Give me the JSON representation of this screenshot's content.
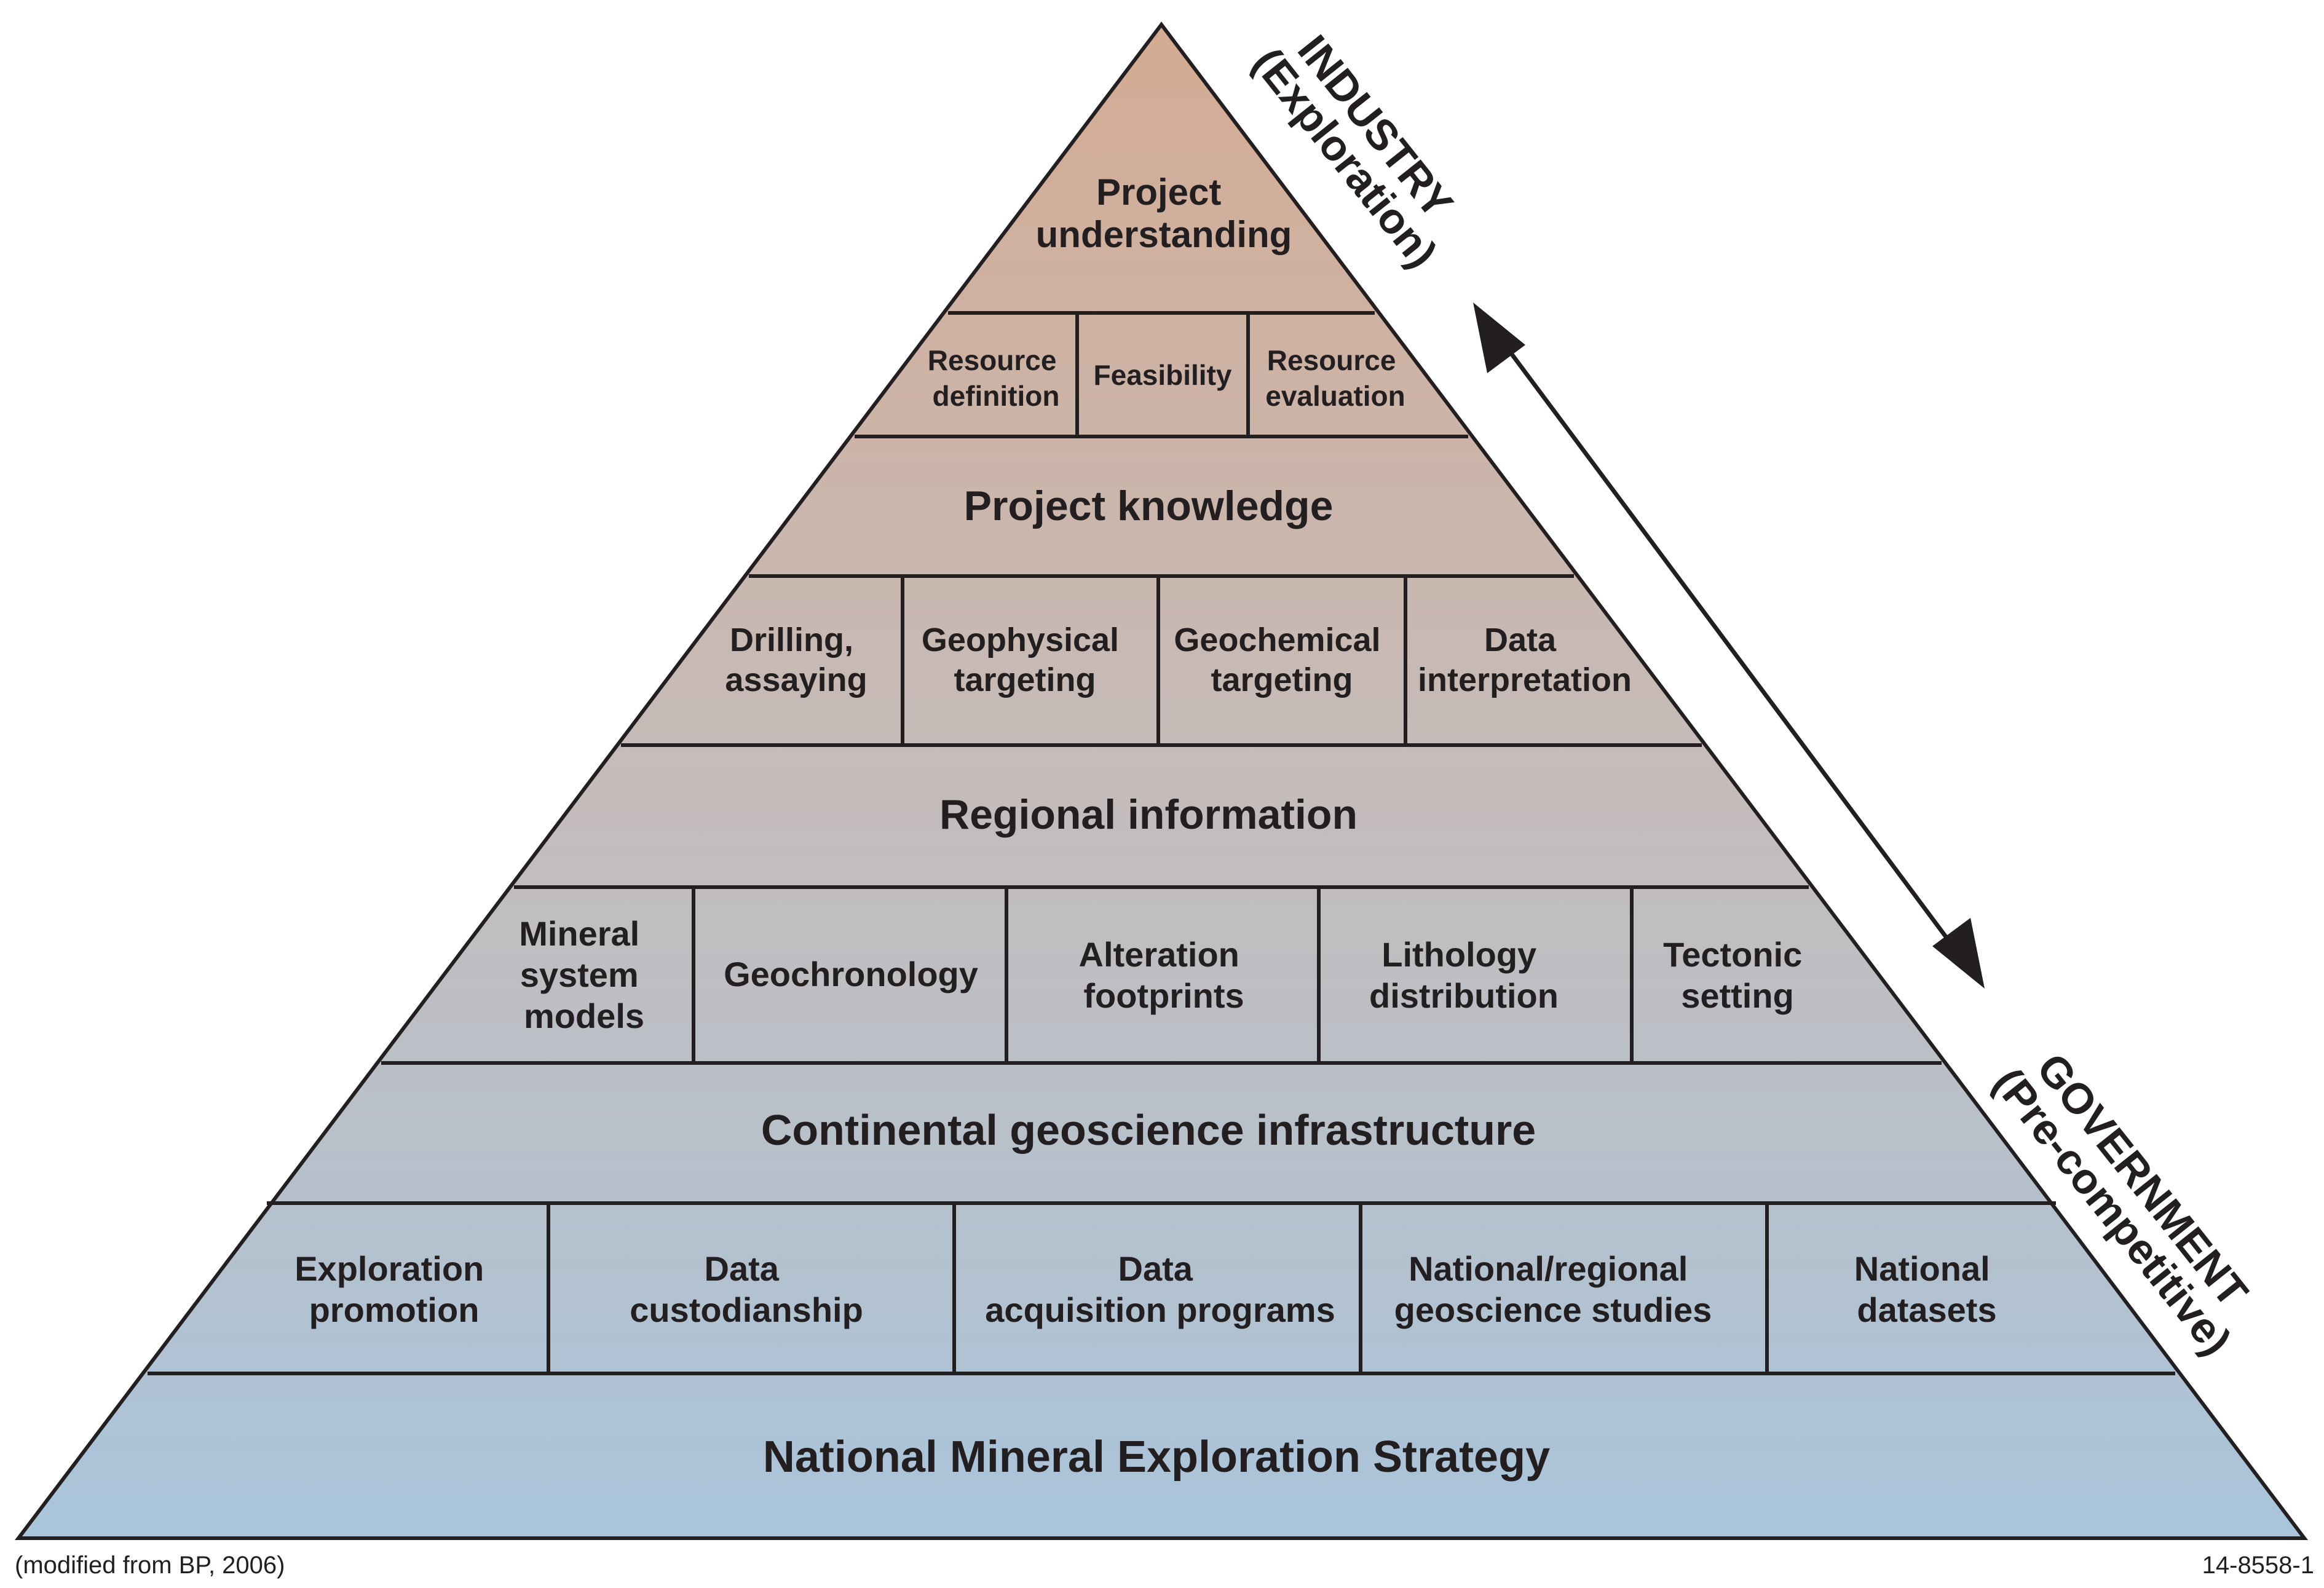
{
  "pyramid": {
    "apex": "Project understanding",
    "tier1_boxes": [
      "Resource definition",
      "Feasibility",
      "Resource evaluation"
    ],
    "band_project_knowledge": "Project knowledge",
    "tier2_boxes": [
      "Drilling, assaying",
      "Geophysical targeting",
      "Geochemical targeting",
      "Data interpretation"
    ],
    "band_regional_information": "Regional information",
    "tier3_boxes": [
      "Mineral system models",
      "Geochronology",
      "Alteration footprints",
      "Lithology distribution",
      "Tectonic setting"
    ],
    "band_continental": "Continental geoscience infrastructure",
    "tier4_boxes": [
      "Exploration promotion",
      "Data custodianship",
      "Data acquisition programs",
      "National/regional geoscience studies",
      "National datasets"
    ],
    "base": "National Mineral Exploration Strategy"
  },
  "side_labels": {
    "industry": "INDUSTRY",
    "industry_sub": "(Exploration)",
    "government": "GOVERNMENT",
    "government_sub": "(Pre-competitive)"
  },
  "footer": {
    "source": "(modified from BP, 2006)",
    "figure_id": "14-8558-1"
  },
  "colors": {
    "top_fill": "#d4ab93",
    "bottom_fill": "#a9c4db",
    "line": "#231f20"
  }
}
